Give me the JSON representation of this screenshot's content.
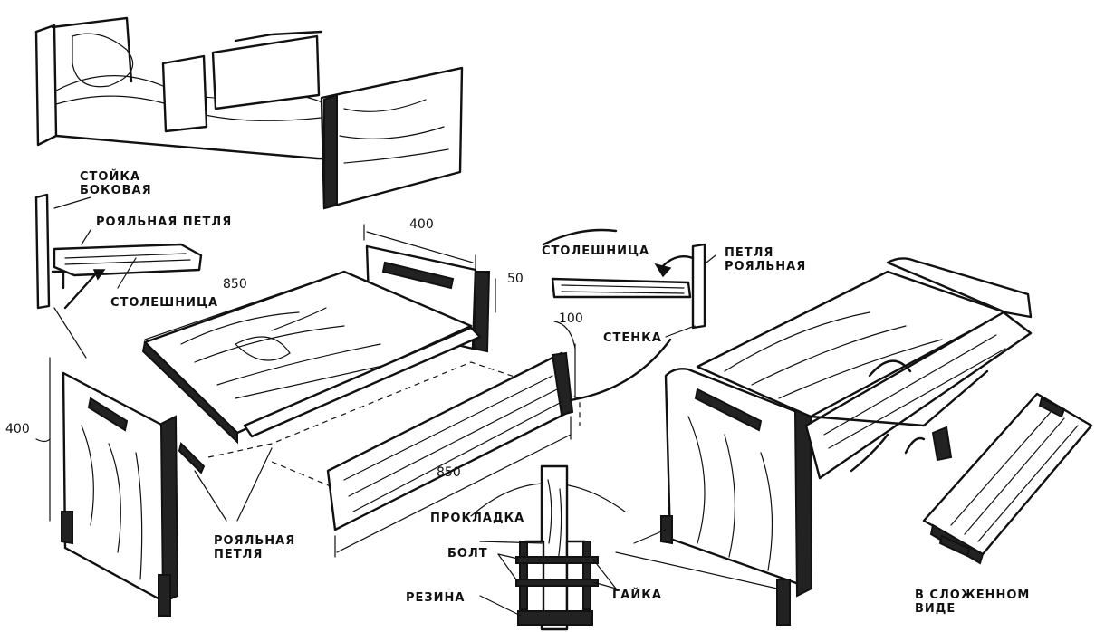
{
  "labels": {
    "side_post": "СТОЙКА\nБОКОВАЯ",
    "piano_hinge_top": "РОЯЛЬНАЯ ПЕТЛЯ",
    "tabletop_left": "СТОЛЕШНИЦА",
    "tabletop_right": "СТОЛЕШНИЦА",
    "hinge_piano_right": "ПЕТЛЯ\nРОЯЛЬНАЯ",
    "wall": "СТЕНКА",
    "piano_hinge_bottom": "РОЯЛЬНАЯ\nПЕТЛЯ",
    "gasket": "ПРОКЛАДКА",
    "bolt": "БОЛТ",
    "rubber": "РЕЗИНА",
    "nut": "ГАЙКА",
    "folded": "В СЛОЖЕННОМ\nВИДЕ"
  },
  "dimensions": {
    "width_top": "400",
    "length_top": "850",
    "height_50": "50",
    "height_100": "100",
    "height_side": "400",
    "length_bottom": "850"
  }
}
